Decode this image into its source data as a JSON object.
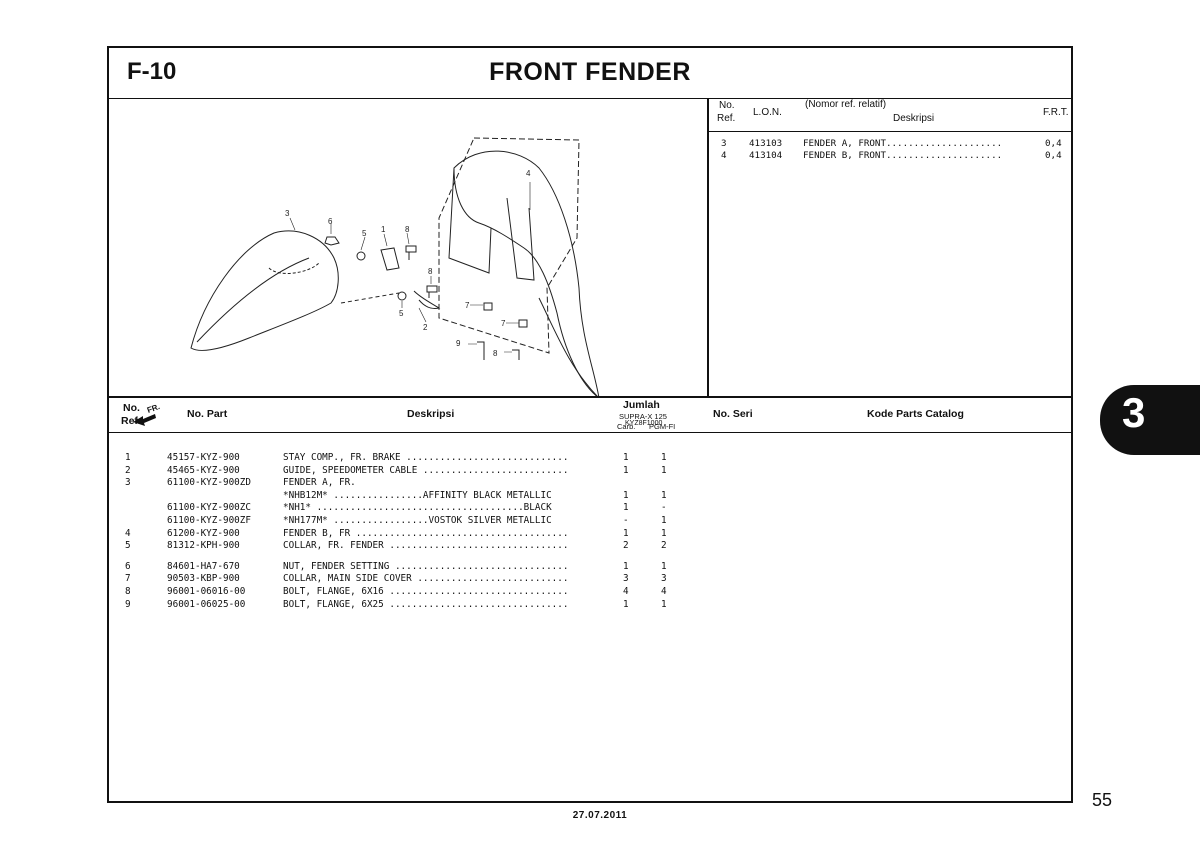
{
  "header": {
    "code": "F-10",
    "title": "FRONT FENDER"
  },
  "figure": {
    "code": "KYZ8F1000",
    "fr_label": "FR."
  },
  "callouts": [
    "1",
    "2",
    "3",
    "4",
    "5",
    "5",
    "6",
    "7",
    "7",
    "8",
    "8",
    "8",
    "9"
  ],
  "lon_table": {
    "header": {
      "no": "No.",
      "ref": "Ref.",
      "lon": "L.O.N.",
      "nomor": "(Nomor ref. relatif)",
      "deskripsi": "Deskripsi",
      "frt": "F.R.T."
    },
    "rows": [
      {
        "ref": "3",
        "lon": "413103",
        "desc": "FENDER A, FRONT.....................",
        "frt": "0,4"
      },
      {
        "ref": "4",
        "lon": "413104",
        "desc": "FENDER B, FRONT.....................",
        "frt": "0,4"
      }
    ]
  },
  "parts_table": {
    "header": {
      "no": "No.",
      "ref": "Ref.",
      "part": "No. Part",
      "desc": "Deskripsi",
      "jumlah": "Jumlah",
      "model": "SUPRA-X 125",
      "carb": "Carb.",
      "pgm": "PGM-FI",
      "seri": "No. Seri",
      "kode": "Kode Parts Catalog"
    },
    "rows": [
      {
        "ref": "1",
        "part": "45157-KYZ-900",
        "desc": "STAY COMP., FR. BRAKE .............................",
        "carb": "1",
        "pgm": "1"
      },
      {
        "ref": "2",
        "part": "45465-KYZ-900",
        "desc": "GUIDE, SPEEDOMETER CABLE ..........................",
        "carb": "1",
        "pgm": "1"
      },
      {
        "ref": "3",
        "part": "61100-KYZ-900ZD",
        "desc": "FENDER A, FR.",
        "carb": "",
        "pgm": ""
      },
      {
        "ref": "",
        "part": "",
        "desc": "   *NHB12M* ................AFFINITY BLACK METALLIC",
        "carb": "1",
        "pgm": "1"
      },
      {
        "ref": "",
        "part": "61100-KYZ-900ZC",
        "desc": "   *NH1* .....................................BLACK",
        "carb": "1",
        "pgm": "-"
      },
      {
        "ref": "",
        "part": "61100-KYZ-900ZF",
        "desc": "   *NH177M* .................VOSTOK SILVER METALLIC",
        "carb": "-",
        "pgm": "1"
      },
      {
        "ref": "4",
        "part": "61200-KYZ-900",
        "desc": "FENDER B, FR ......................................",
        "carb": "1",
        "pgm": "1"
      },
      {
        "ref": "5",
        "part": "81312-KPH-900",
        "desc": "COLLAR, FR. FENDER ................................",
        "carb": "2",
        "pgm": "2"
      },
      {
        "ref": "6",
        "part": "84601-HA7-670",
        "desc": "NUT, FENDER SETTING ...............................",
        "carb": "1",
        "pgm": "1"
      },
      {
        "ref": "7",
        "part": "90503-KBP-900",
        "desc": "COLLAR, MAIN SIDE COVER ...........................",
        "carb": "3",
        "pgm": "3"
      },
      {
        "ref": "8",
        "part": "96001-06016-00",
        "desc": "BOLT, FLANGE, 6X16 ................................",
        "carb": "4",
        "pgm": "4"
      },
      {
        "ref": "9",
        "part": "96001-06025-00",
        "desc": "BOLT, FLANGE, 6X25 ................................",
        "carb": "1",
        "pgm": "1"
      }
    ]
  },
  "footer": {
    "date": "27.07.2011",
    "page": "55",
    "section_tab": "3"
  }
}
